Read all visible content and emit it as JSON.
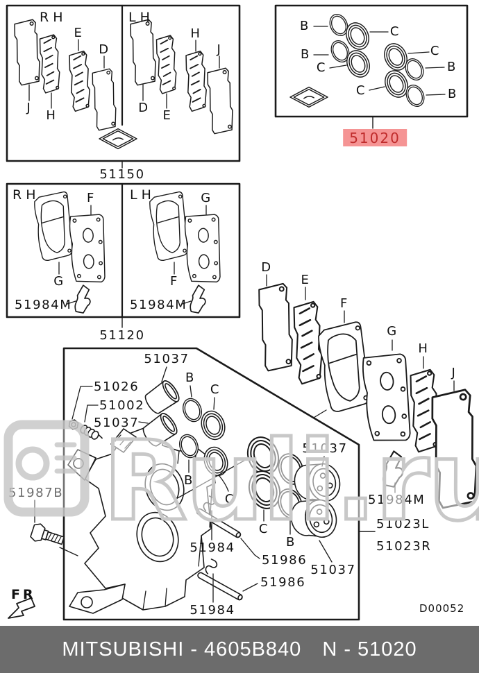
{
  "callouts": {
    "B": "B",
    "C": "C",
    "D": "D",
    "E": "E",
    "F": "F",
    "G": "G",
    "H": "H",
    "J": "J"
  },
  "sides": {
    "rh": "RH",
    "lh": "LH"
  },
  "parts": {
    "n51150": "51150",
    "n51020": "51020",
    "n51120": "51120",
    "n51037": "51037",
    "n51026": "51026",
    "n51002": "51002",
    "n51987B": "51987B",
    "n51984": "51984",
    "n51986": "51986",
    "n51984M": "51984M",
    "n51023L": "51023L",
    "n51023R": "51023R"
  },
  "misc": {
    "front_marker": "FR",
    "doc_code": "D00052"
  },
  "watermark": {
    "text": "Ruli.ru"
  },
  "footer": {
    "brand_model": "MITSUBISHI - 4605B840",
    "page_ref": "N - 51020"
  },
  "colors": {
    "highlight_bg": "#f59494",
    "highlight_text": "#bf2b2b",
    "footer_bg": "#6c6c6c",
    "line": "#1a1a1a",
    "watermark": "#c8c8c8"
  }
}
